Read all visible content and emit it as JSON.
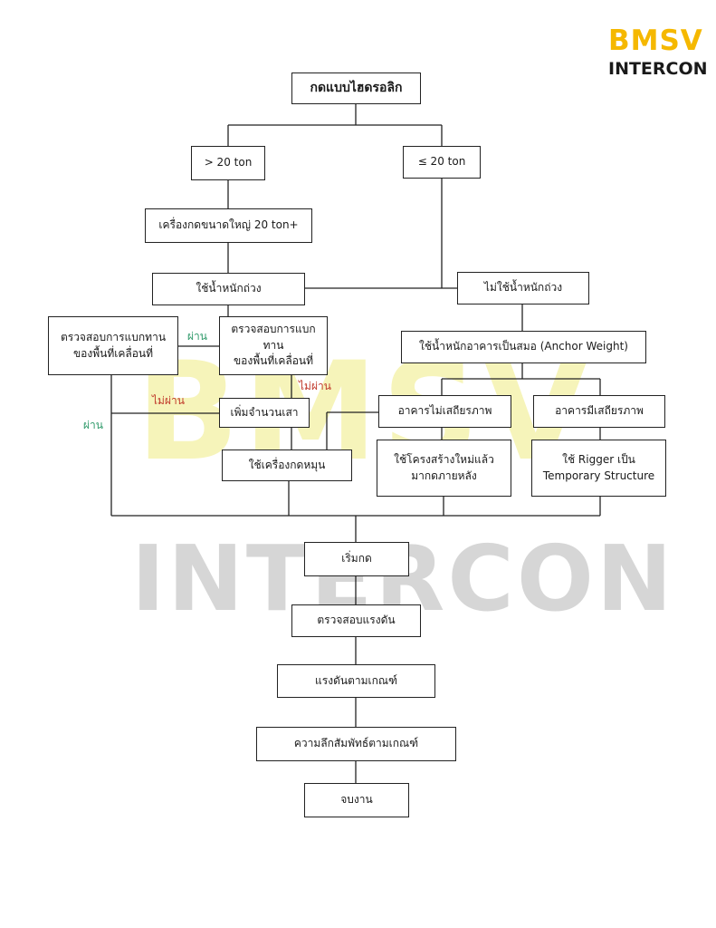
{
  "logo": {
    "top": "BMSV",
    "bottom": "INTERCON"
  },
  "watermark": {
    "top": "BMSV",
    "bottom": "INTERCON"
  },
  "colors": {
    "logo_yellow": "#f5b800",
    "pass": "#2f9a6a",
    "fail": "#c0392b",
    "line": "#222222"
  },
  "nodes": {
    "start": "กดแบบไฮดรอลิก",
    "gt20": "> 20 ton",
    "le20": "≤ 20 ton",
    "big_press": "เครื่องกดขนาดใหญ่ 20 ton+",
    "use_weight": "ใช้น้ำหนักถ่วง",
    "no_weight": "ไม่ใช้น้ำหนักถ่วง",
    "check_left": "ตรวจสอบการแบกทาน\nของพื้นที่เคลื่อนที่",
    "check_mid": "ตรวจสอบการแบกทาน\nของพื้นที่เคลื่อนที่",
    "anchor": "ใช้น้ำหนักอาคารเป็นสมอ (Anchor Weight)",
    "add_piles": "เพิ่มจำนวนเสา",
    "unstable": "อาคารไม่เสถียรภาพ",
    "stable": "อาคารมีเสถียรภาพ",
    "rotary": "ใช้เครื่องกดหมุน",
    "new_structure": "ใช้โครงสร้างใหม่แล้ว\nมากดภายหลัง",
    "rigger": "ใช้ Rigger เป็น\nTemporary Structure",
    "begin_press": "เริ่มกด",
    "check_pressure": "ตรวจสอบแรงดัน",
    "pressure_ok": "แรงดันตามเกณฑ์",
    "depth_ok": "ความลึกสัมพัทธ์ตามเกณฑ์",
    "finish": "จบงาน"
  },
  "labels": {
    "pass_top": "ผ่าน",
    "fail_left": "ไม่ผ่าน",
    "fail_right": "ไม่ผ่าน",
    "pass_left": "ผ่าน"
  }
}
